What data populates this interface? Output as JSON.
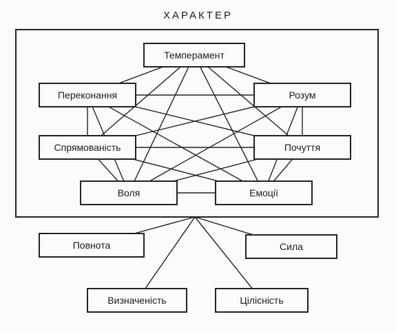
{
  "title": "ХАРАКТЕР",
  "nodes": {
    "temperament": "Темперамент",
    "perekonannia": "Переконання",
    "rozum": "Розум",
    "spriamovanist": "Спрямованість",
    "pochuttia": "Почуття",
    "volia": "Воля",
    "emotsii": "Емоції",
    "povnota": "Повнота",
    "syla": "Сила",
    "vyznachenist": "Визначеність",
    "tsilisnist": "Цілісність"
  },
  "connections": [
    [
      "temperament",
      "perekonannia"
    ],
    [
      "temperament",
      "rozum"
    ],
    [
      "perekonannia",
      "spriamovanist"
    ],
    [
      "rozum",
      "pochuttia"
    ],
    [
      "spriamovanist",
      "volia"
    ],
    [
      "pochuttia",
      "emotsii"
    ],
    [
      "volia",
      "emotsii"
    ],
    [
      "temperament",
      "volia"
    ],
    [
      "temperament",
      "emotsii"
    ],
    [
      "temperament",
      "spriamovanist"
    ],
    [
      "temperament",
      "pochuttia"
    ],
    [
      "perekonannia",
      "rozum"
    ],
    [
      "perekonannia",
      "pochuttia"
    ],
    [
      "perekonannia",
      "emotsii"
    ],
    [
      "perekonannia",
      "volia"
    ],
    [
      "rozum",
      "spriamovanist"
    ],
    [
      "rozum",
      "volia"
    ],
    [
      "rozum",
      "emotsii"
    ],
    [
      "spriamovanist",
      "pochuttia"
    ],
    [
      "spriamovanist",
      "emotsii"
    ],
    [
      "pochuttia",
      "volia"
    ]
  ],
  "qualities": [
    "povnota",
    "syla",
    "vyznachenist",
    "tsilisnist"
  ]
}
